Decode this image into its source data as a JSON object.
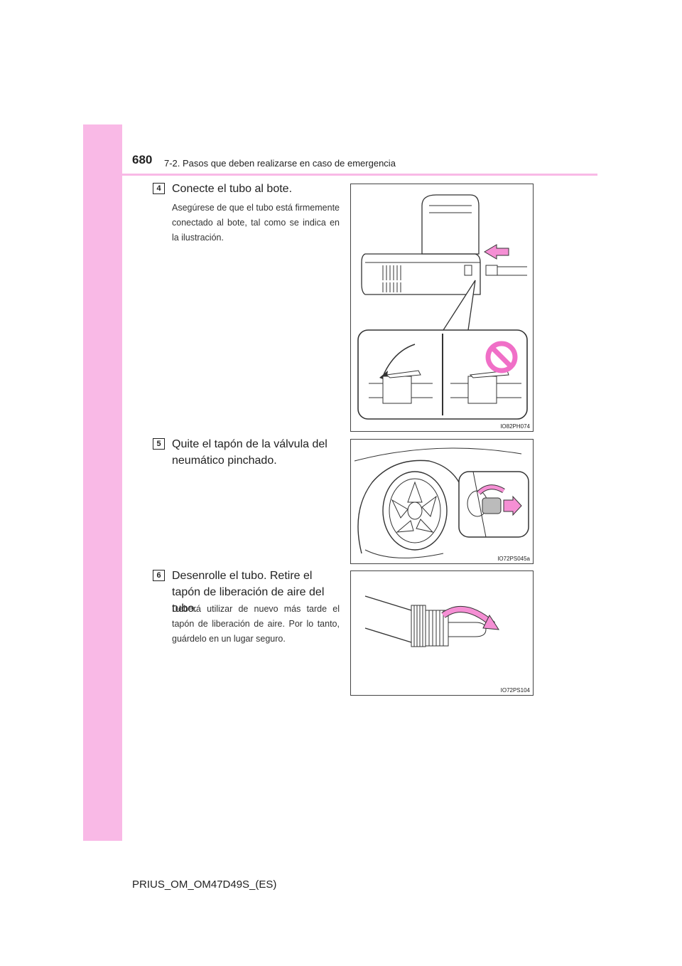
{
  "header": {
    "page_number": "680",
    "chapter": "7-2. Pasos que deben realizarse en caso de emergencia"
  },
  "steps": [
    {
      "number": "4",
      "title": "Conecte el tubo al bote.",
      "note": "Asegúrese de que el tubo está firmemente conectado al bote, tal como se indica en la ilustración.",
      "figure_id": "IO82PH074"
    },
    {
      "number": "5",
      "title": "Quite el tapón de la válvula del neumático pinchado.",
      "note": "",
      "figure_id": "IO72PS045a"
    },
    {
      "number": "6",
      "title": "Desenrolle el tubo. Retire el tapón de liberación de aire del tubo.",
      "note": "Deberá utilizar de nuevo más tarde el tapón de liberación de aire. Por lo tanto, guárdelo en un lugar seguro.",
      "figure_id": "IO72PS104"
    }
  ],
  "footer": {
    "doc_code": "PRIUS_OM_OM47D49S_(ES)"
  },
  "colors": {
    "accent_pink": "#f9b9e6",
    "arrow_pink": "#f58fd4",
    "prohibited_pink": "#f06fc7"
  }
}
